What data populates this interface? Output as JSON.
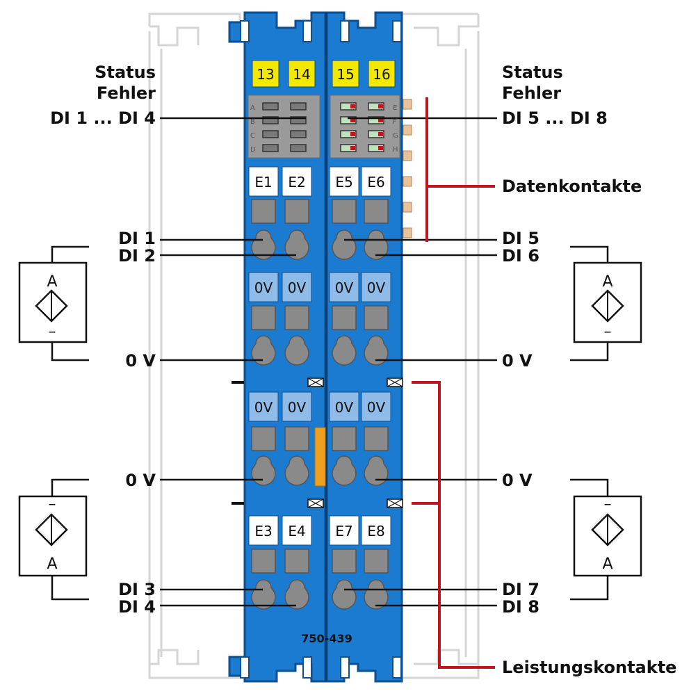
{
  "model_number": "750-439",
  "left_labels": {
    "status": "Status",
    "fehler": "Fehler",
    "di_range": "DI 1 ... DI 4",
    "di1": "DI 1",
    "di2": "DI 2",
    "zero_v_top": "0 V",
    "zero_v_bottom": "0 V",
    "di3": "DI 3",
    "di4": "DI 4"
  },
  "right_labels": {
    "status": "Status",
    "fehler": "Fehler",
    "di_range": "DI 5 ... DI 8",
    "datenkontakte": "Datenkontakte",
    "di5": "DI 5",
    "di6": "DI 6",
    "zero_v_top": "0 V",
    "zero_v_bottom": "0 V",
    "di7": "DI 7",
    "di8": "DI 8",
    "leistungskontakte": "Leistungskontakte"
  },
  "terminals": {
    "top_numbers": [
      "13",
      "14",
      "15",
      "16"
    ],
    "row1_tags": [
      "E1",
      "E2",
      "E5",
      "E6"
    ],
    "row2_tags": [
      "0V",
      "0V",
      "0V",
      "0V"
    ],
    "row3_tags": [
      "0V",
      "0V",
      "0V",
      "0V"
    ],
    "row4_tags": [
      "E3",
      "E4",
      "E7",
      "E8"
    ]
  },
  "led_letters_left": [
    "A",
    "B",
    "C",
    "D"
  ],
  "led_letters_right": [
    "E",
    "F",
    "G",
    "H"
  ],
  "sensors": {
    "top_symbol_top": "A",
    "top_symbol_bottom": "–",
    "bottom_symbol_top": "–",
    "bottom_symbol_bottom": "A"
  },
  "colors": {
    "module_blue": "#1a7bd0",
    "module_dark": "#0e4f8f",
    "number_yellow": "#f2e800",
    "tag_light_blue": "#8fbbe8",
    "contact_red": "#c0141e",
    "grey": "#8a8a8a"
  }
}
